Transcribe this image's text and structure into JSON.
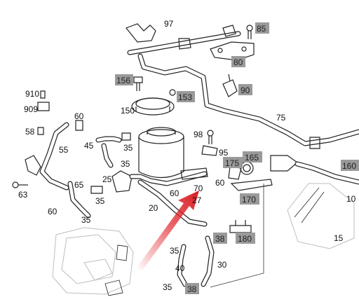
{
  "labels": {
    "p97": "97",
    "p85": "85",
    "p80": "80",
    "p156": "156",
    "p153": "153",
    "p90": "90",
    "p150": "150",
    "p910": "910",
    "p909": "909",
    "p58": "58",
    "p60a": "60",
    "p55": "55",
    "p45": "45",
    "p35a": "35",
    "p35b": "35",
    "p75": "75",
    "p98": "98",
    "p95": "95",
    "p165": "165",
    "p175": "175",
    "p160": "160",
    "p25": "25",
    "p65": "65",
    "p63": "63",
    "p35c": "35",
    "p60b": "60",
    "p60c": "60",
    "p70": "70",
    "p60d": "60",
    "p170": "170",
    "p20": "20",
    "p27": "27",
    "p10": "10",
    "p35d": "35",
    "p38a": "38",
    "p180": "180",
    "p15": "15",
    "p35e": "35",
    "p40": "40",
    "p30": "30",
    "p35f": "35",
    "p38b": "38"
  },
  "highlight_color": "#9a9a9a",
  "arrow_color": "#e0242b"
}
